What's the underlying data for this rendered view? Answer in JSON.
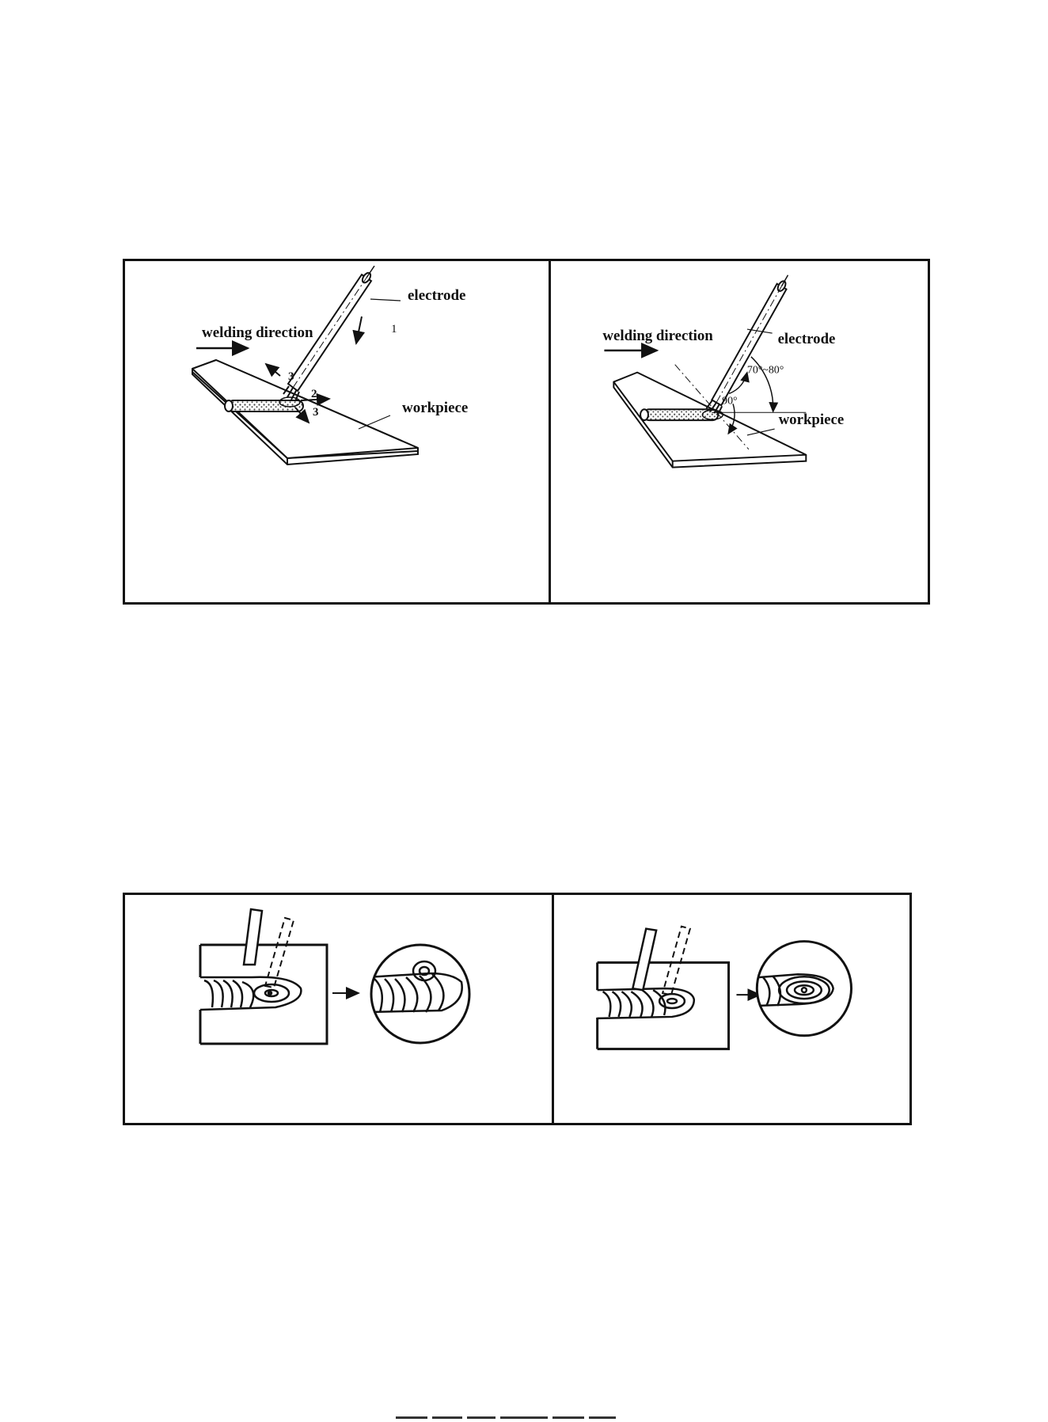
{
  "figure_1": {
    "left_panel": {
      "label_welding_direction": "welding direction",
      "label_electrode": "electrode",
      "label_workpiece": "workpiece",
      "motion_labels": [
        "1",
        "2",
        "3",
        "3"
      ]
    },
    "right_panel": {
      "label_welding_direction": "welding direction",
      "label_electrode": "electrode",
      "label_workpiece": "workpiece",
      "angle_electrode": "70°~80°",
      "angle_perpendicular": "90°"
    }
  },
  "figure_2": {
    "left_panel": {},
    "right_panel": {}
  },
  "colors": {
    "line": "#111111",
    "bead": "#555555"
  }
}
